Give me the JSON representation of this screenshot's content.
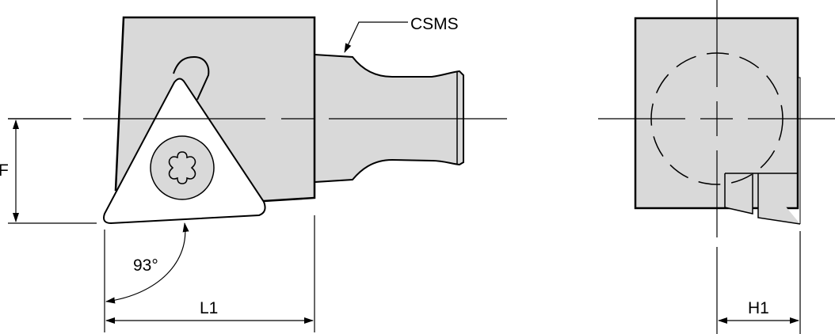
{
  "labels": {
    "part": "CSMS",
    "dim_f": "F",
    "dim_l1": "L1",
    "dim_h1": "H1",
    "angle": "93°"
  },
  "colors": {
    "fill": "#d9d9d9",
    "stroke": "#000000",
    "insert": "#ffffff"
  }
}
